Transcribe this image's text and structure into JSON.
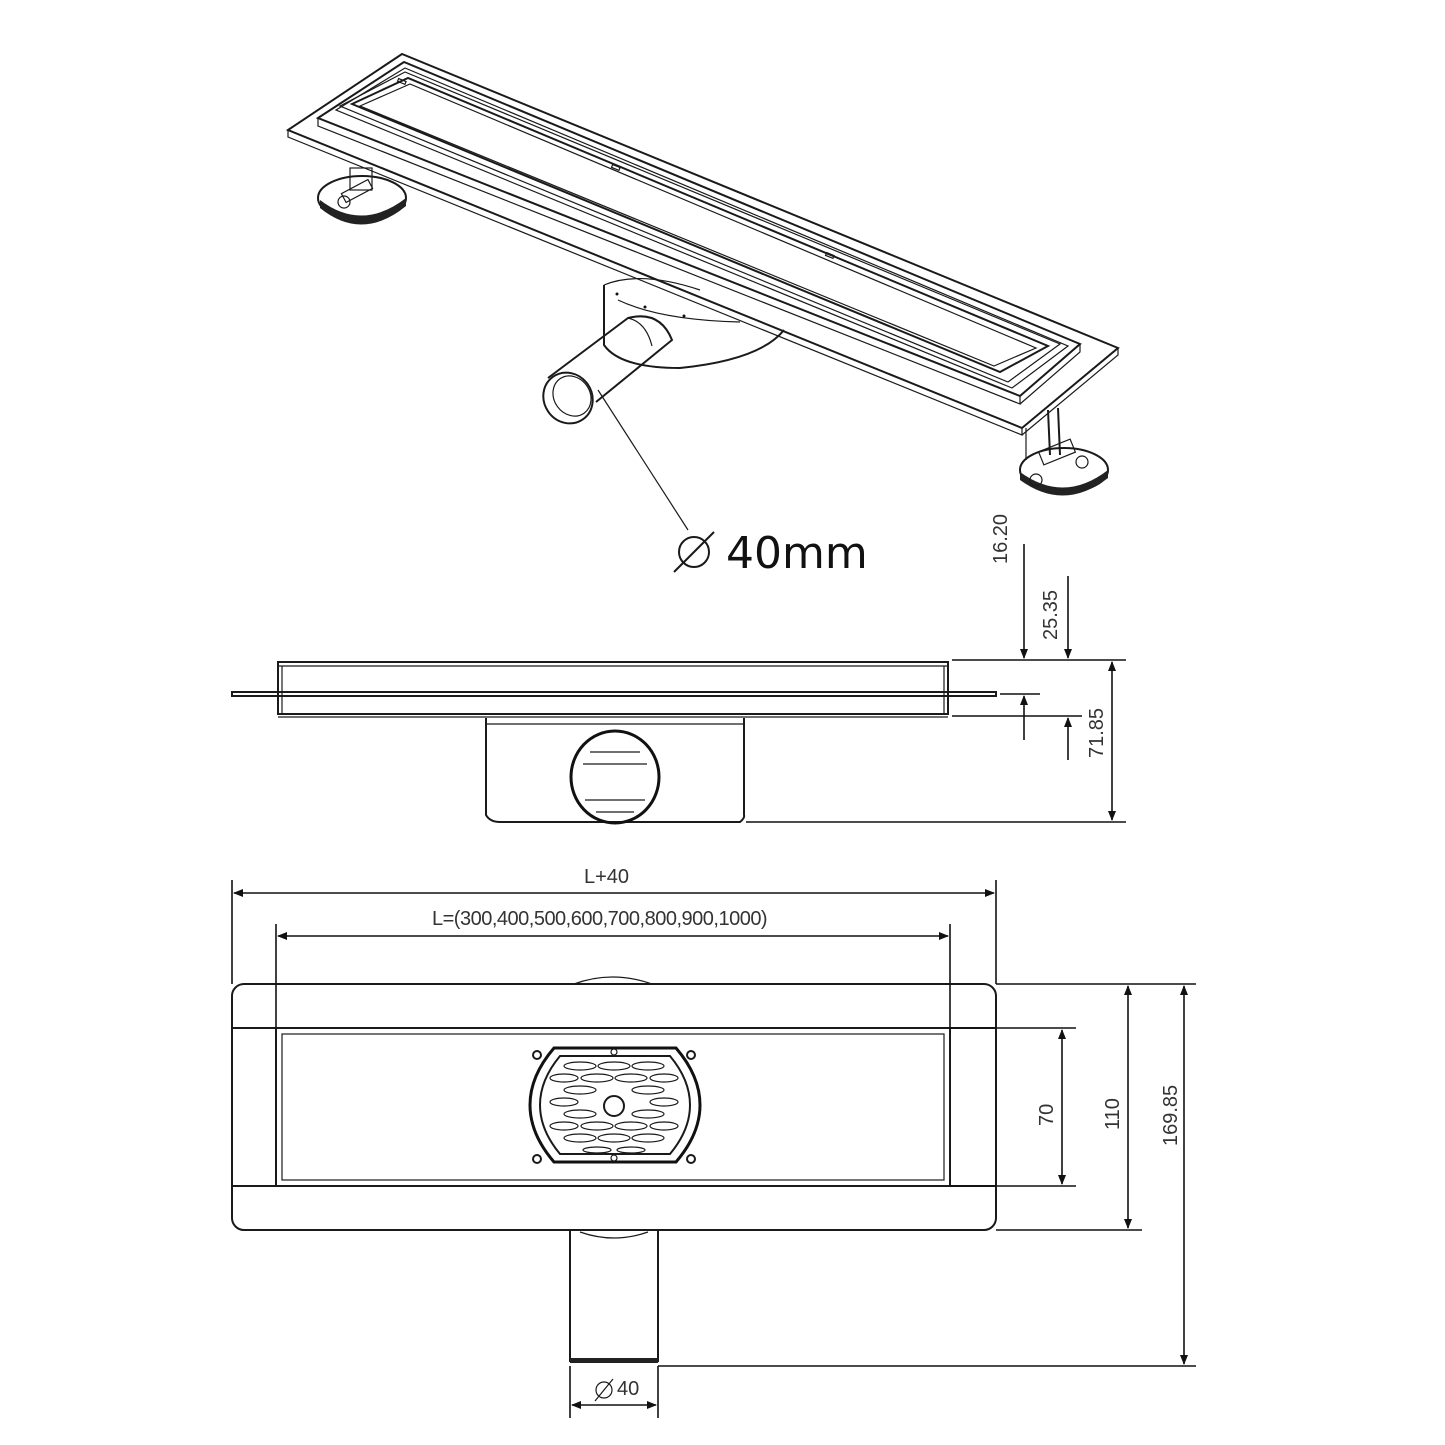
{
  "drawing": {
    "subject": "Linear shower drain",
    "colors": {
      "line": "#1a1a1a",
      "text": "#333333",
      "background": "#ffffff"
    }
  },
  "isometric_view": {
    "outlet_callout": "40mm",
    "outlet_symbol": "Ø"
  },
  "side_view": {
    "dimensions": {
      "flange_height": "16.20",
      "body_height": "25.35",
      "total_height": "71.85"
    }
  },
  "top_view": {
    "dimensions": {
      "overall_length": "L+40",
      "length_options": "L=(300,400,500,600,700,800,900,1000)",
      "grate_width": "70",
      "body_width": "110",
      "total_depth": "169.85",
      "outlet_diameter": "40",
      "outlet_symbol": "Ø"
    }
  }
}
